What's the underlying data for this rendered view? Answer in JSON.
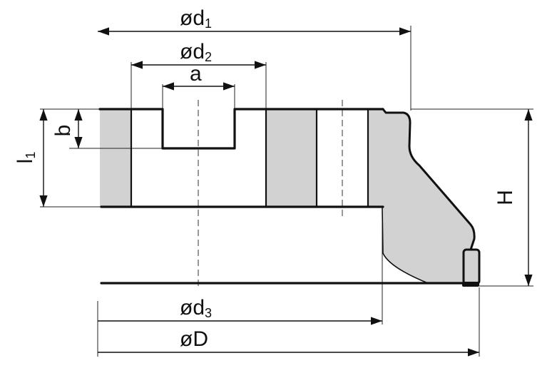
{
  "dimensions": {
    "d1": {
      "main": "ød",
      "sub": "1"
    },
    "d2": {
      "main": "ød",
      "sub": "2"
    },
    "a": {
      "main": "a"
    },
    "b": {
      "main": "b"
    },
    "l1": {
      "main": "l",
      "sub": "1"
    },
    "H": {
      "main": "H"
    },
    "d3": {
      "main": "ød",
      "sub": "3"
    },
    "D": {
      "main": "øD"
    }
  },
  "colors": {
    "line": "#111111",
    "fill": "#d2d2d2",
    "background": "#ffffff"
  }
}
